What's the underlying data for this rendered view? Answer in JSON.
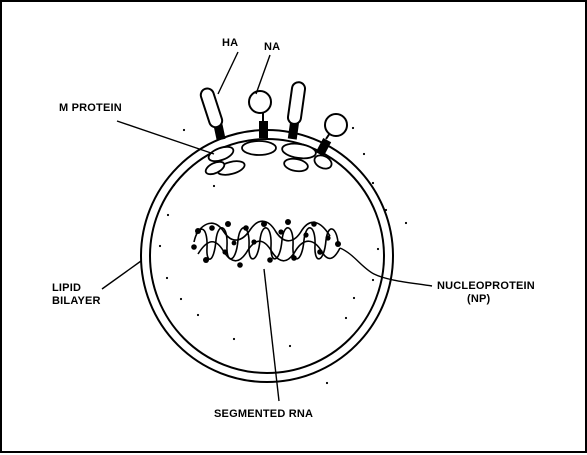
{
  "diagram": {
    "labels": {
      "ha": "HA",
      "na": "NA",
      "m_protein": "M PROTEIN",
      "lipid_bilayer_line1": "LIPID",
      "lipid_bilayer_line2": "BILAYER",
      "nucleoprotein_line1": "NUCLEOPROTEIN",
      "nucleoprotein_line2": "(NP)",
      "segmented_rna": "SEGMENTED RNA"
    },
    "colors": {
      "ink": "#000000",
      "background": "#ffffff"
    }
  }
}
